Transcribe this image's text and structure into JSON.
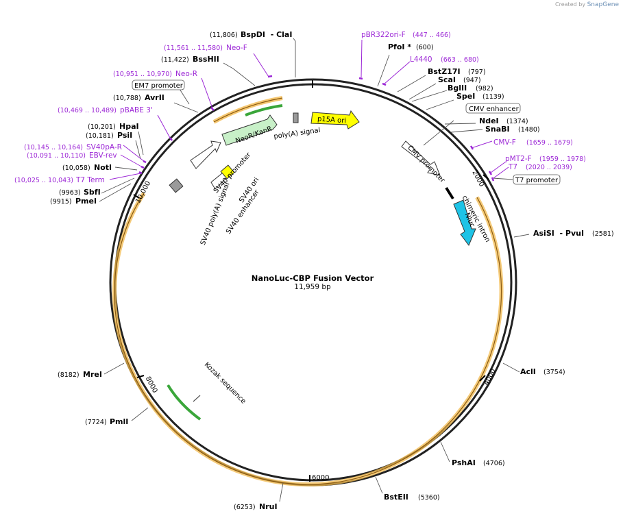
{
  "credit": {
    "prefix": "Created by",
    "brand": "SnapGene"
  },
  "plasmid": {
    "name": "NanoLuc-CBP Fusion Vector",
    "length": "11,959 bp"
  },
  "ticks": [
    "2000",
    "4000",
    "6000",
    "8000",
    "10,000"
  ],
  "sites": [
    {
      "name": "BspDI  - ClaI",
      "pos": "(11,806)"
    },
    {
      "name": "BssHII",
      "pos": "(11,422)"
    },
    {
      "name": "AvrII",
      "pos": "(10,788)"
    },
    {
      "name": "HpaI",
      "pos": "(10,201)"
    },
    {
      "name": "PsiI",
      "pos": "(10,181)"
    },
    {
      "name": "NotI",
      "pos": "(10,058)"
    },
    {
      "name": "SbfI",
      "pos": "(9963)"
    },
    {
      "name": "PmeI",
      "pos": "(9915)"
    },
    {
      "name": "PfoI *",
      "pos": "(600)"
    },
    {
      "name": "BstZ17I",
      "pos": "(797)"
    },
    {
      "name": "ScaI",
      "pos": "(947)"
    },
    {
      "name": "BglII",
      "pos": "(982)"
    },
    {
      "name": "SpeI",
      "pos": "(1139)"
    },
    {
      "name": "NdeI",
      "pos": "(1374)"
    },
    {
      "name": "SnaBI",
      "pos": "(1480)"
    },
    {
      "name": "AsiSI  - PvuI",
      "pos": "(2581)"
    },
    {
      "name": "AclI",
      "pos": "(3754)"
    },
    {
      "name": "PshAI",
      "pos": "(4706)"
    },
    {
      "name": "BstEII",
      "pos": "(5360)"
    },
    {
      "name": "NruI",
      "pos": "(6253)"
    },
    {
      "name": "PmlI",
      "pos": "(7724)"
    },
    {
      "name": "MreI",
      "pos": "(8182)"
    }
  ],
  "primers": [
    {
      "name": "Neo-F",
      "pos": "(11,561 .. 11,580)"
    },
    {
      "name": "Neo-R",
      "pos": "(10,951 .. 10,970)"
    },
    {
      "name": "pBABE 3'",
      "pos": "(10,469 .. 10,489)"
    },
    {
      "name": "SV40pA-R",
      "pos": "(10,145 .. 10,164)"
    },
    {
      "name": "EBV-rev",
      "pos": "(10,091 .. 10,110)"
    },
    {
      "name": "T7 Term",
      "pos": "(10,025 .. 10,043)"
    },
    {
      "name": "pBR322ori-F",
      "pos": "(447 .. 466)"
    },
    {
      "name": "L4440",
      "pos": "(663 .. 680)"
    },
    {
      "name": "CMV-F",
      "pos": "(1659 .. 1679)"
    },
    {
      "name": "pMT2-F",
      "pos": "(1959 .. 1978)"
    },
    {
      "name": "T7",
      "pos": "(2020 .. 2039)"
    }
  ],
  "boxed_labels": [
    "EM7 promoter",
    "CMV enhancer",
    "T7 promoter"
  ],
  "features": [
    "NeoR/KanR",
    "p15A ori",
    "poly(A) signal",
    "SV40 promoter",
    "SV40 poly(A) signal",
    "SV40 enhancer",
    "SV40 ori",
    "CMV promoter",
    "chimeric intron",
    "Nluc",
    "Kozak sequence"
  ],
  "colors": {
    "neo": "#c8f0c8",
    "p15a": "#ffff00",
    "nluc": "#1ec3e6",
    "orf": "#f2b94e",
    "primer": "#9c27d6"
  }
}
